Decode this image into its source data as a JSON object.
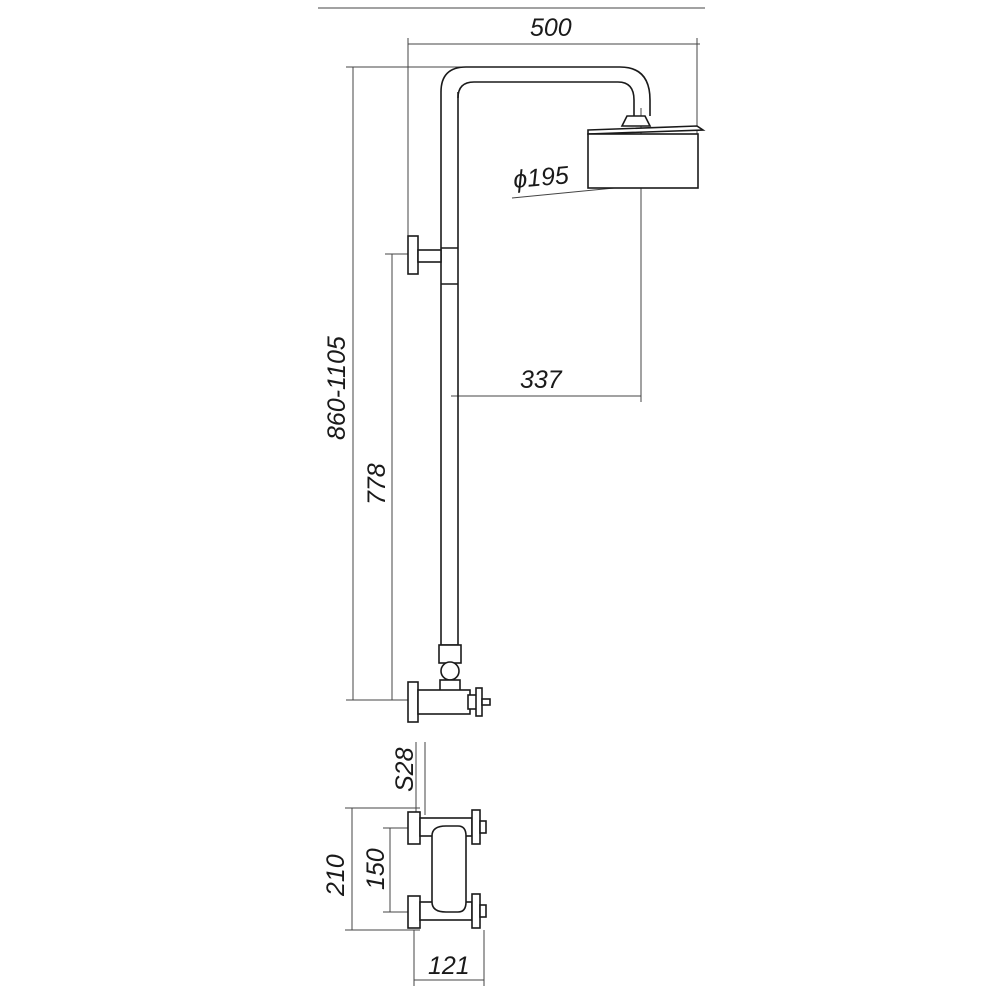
{
  "dimensions": {
    "width_total": "500",
    "head_diameter": "ϕ195",
    "head_offset": "337",
    "height_range": "860-1105",
    "bar_height": "778",
    "hex_size": "S28",
    "mixer_height": "210",
    "inlet_spacing": "150",
    "mixer_depth": "121"
  }
}
